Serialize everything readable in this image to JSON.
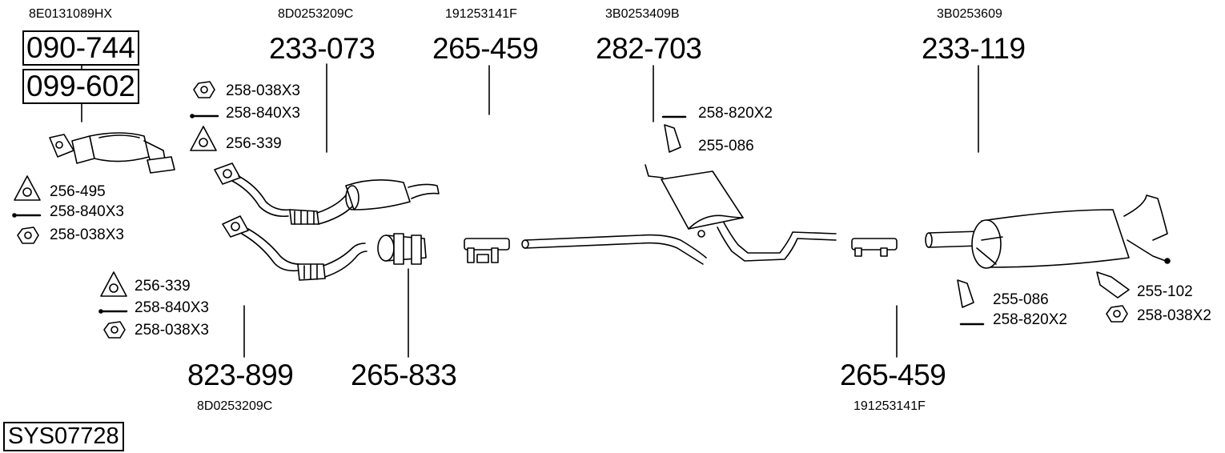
{
  "system_code": "SYS07728",
  "oe_numbers": {
    "catalyst": "8E0131089HX",
    "front_pipe_top": "8D0253209C",
    "clamp_top": "191253141F",
    "middle": "3B0253409B",
    "rear": "3B0253609",
    "front_pipe_bottom": "8D0253209C",
    "clamp_bottom": "191253141F"
  },
  "part_numbers": {
    "catalyst_a": "090-744",
    "catalyst_b": "099-602",
    "front_pipe_top": "233-073",
    "clamp_top": "265-459",
    "middle": "282-703",
    "rear": "233-119",
    "front_pipe_bottom": "823-899",
    "connector": "265-833",
    "clamp_bottom": "265-459"
  },
  "hardware": {
    "cat_gasket": "256-495",
    "cat_bolt": "258-840X3",
    "cat_nut": "258-038X3",
    "fp_top_nut": "258-038X3",
    "fp_top_bolt": "258-840X3",
    "fp_top_gasket": "256-339",
    "fp_bot_gasket": "256-339",
    "fp_bot_bolt": "258-840X3",
    "fp_bot_nut": "258-038X3",
    "mid_bolt": "258-820X2",
    "mid_hanger": "255-086",
    "rear_hanger": "255-086",
    "rear_bolt": "258-820X2",
    "rear_bracket": "255-102",
    "rear_nut": "258-038X2"
  }
}
